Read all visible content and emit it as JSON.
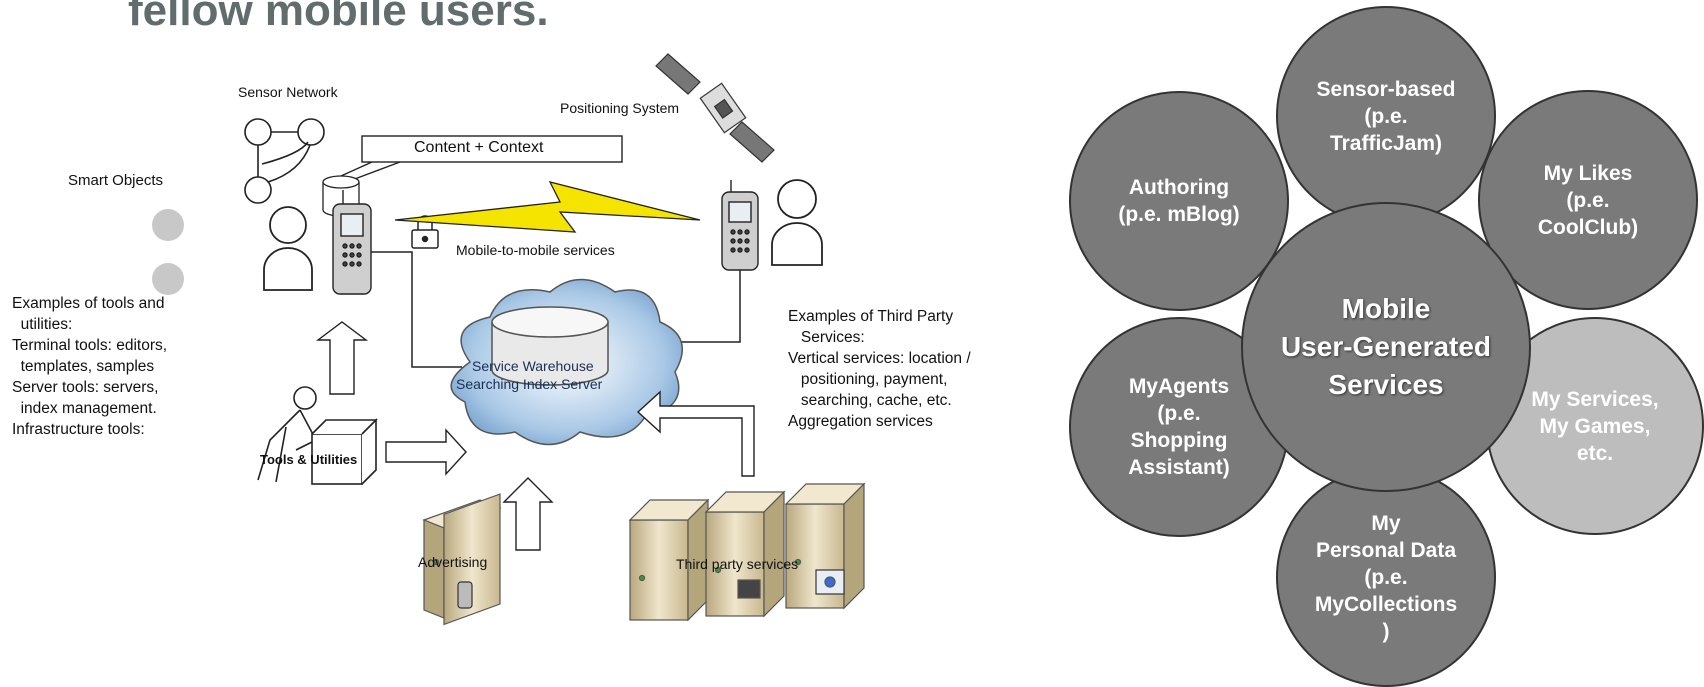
{
  "heading": "fellow mobile users.",
  "diagram": {
    "sensor_network": "Sensor Network",
    "positioning_system": "Positioning System",
    "content_context": "Content + Context",
    "smart_objects": "Smart Objects",
    "mobile_to_mobile": "Mobile-to-mobile services",
    "warehouse_line1": "Service Warehouse",
    "warehouse_line2": "Searching Index Server",
    "tools_utilities": "Tools & Utilities",
    "advertising": "Advertising",
    "third_party_services": "Third party services",
    "tools_examples": "Examples of tools and\n  utilities:\nTerminal tools: editors,\n  templates, samples\nServer tools: servers,\n  index management.\nInfrastructure tools:",
    "third_party_examples": "Examples of Third Party\n   Services:\nVertical services: location /\n   positioning, payment,\n   searching, cache, etc.\nAggregation services"
  },
  "venn": {
    "center": "Mobile\nUser-Generated\nServices",
    "sensor_based": "Sensor-based\n(p.e.\nTrafficJam)",
    "my_likes": "My Likes\n(p.e.\nCoolClub)",
    "my_services": "My Services,\nMy Games,\netc.",
    "personal_data": "My\nPersonal Data\n(p.e.\nMyCollections\n)",
    "my_agents": "MyAgents\n(p.e.\nShopping\nAssistant)",
    "authoring": "Authoring\n(p.e. mBlog)"
  },
  "colors": {
    "heading": "#616c6c",
    "circle_dark": "#7a7a7a",
    "circle_light": "#bdbdbd"
  }
}
